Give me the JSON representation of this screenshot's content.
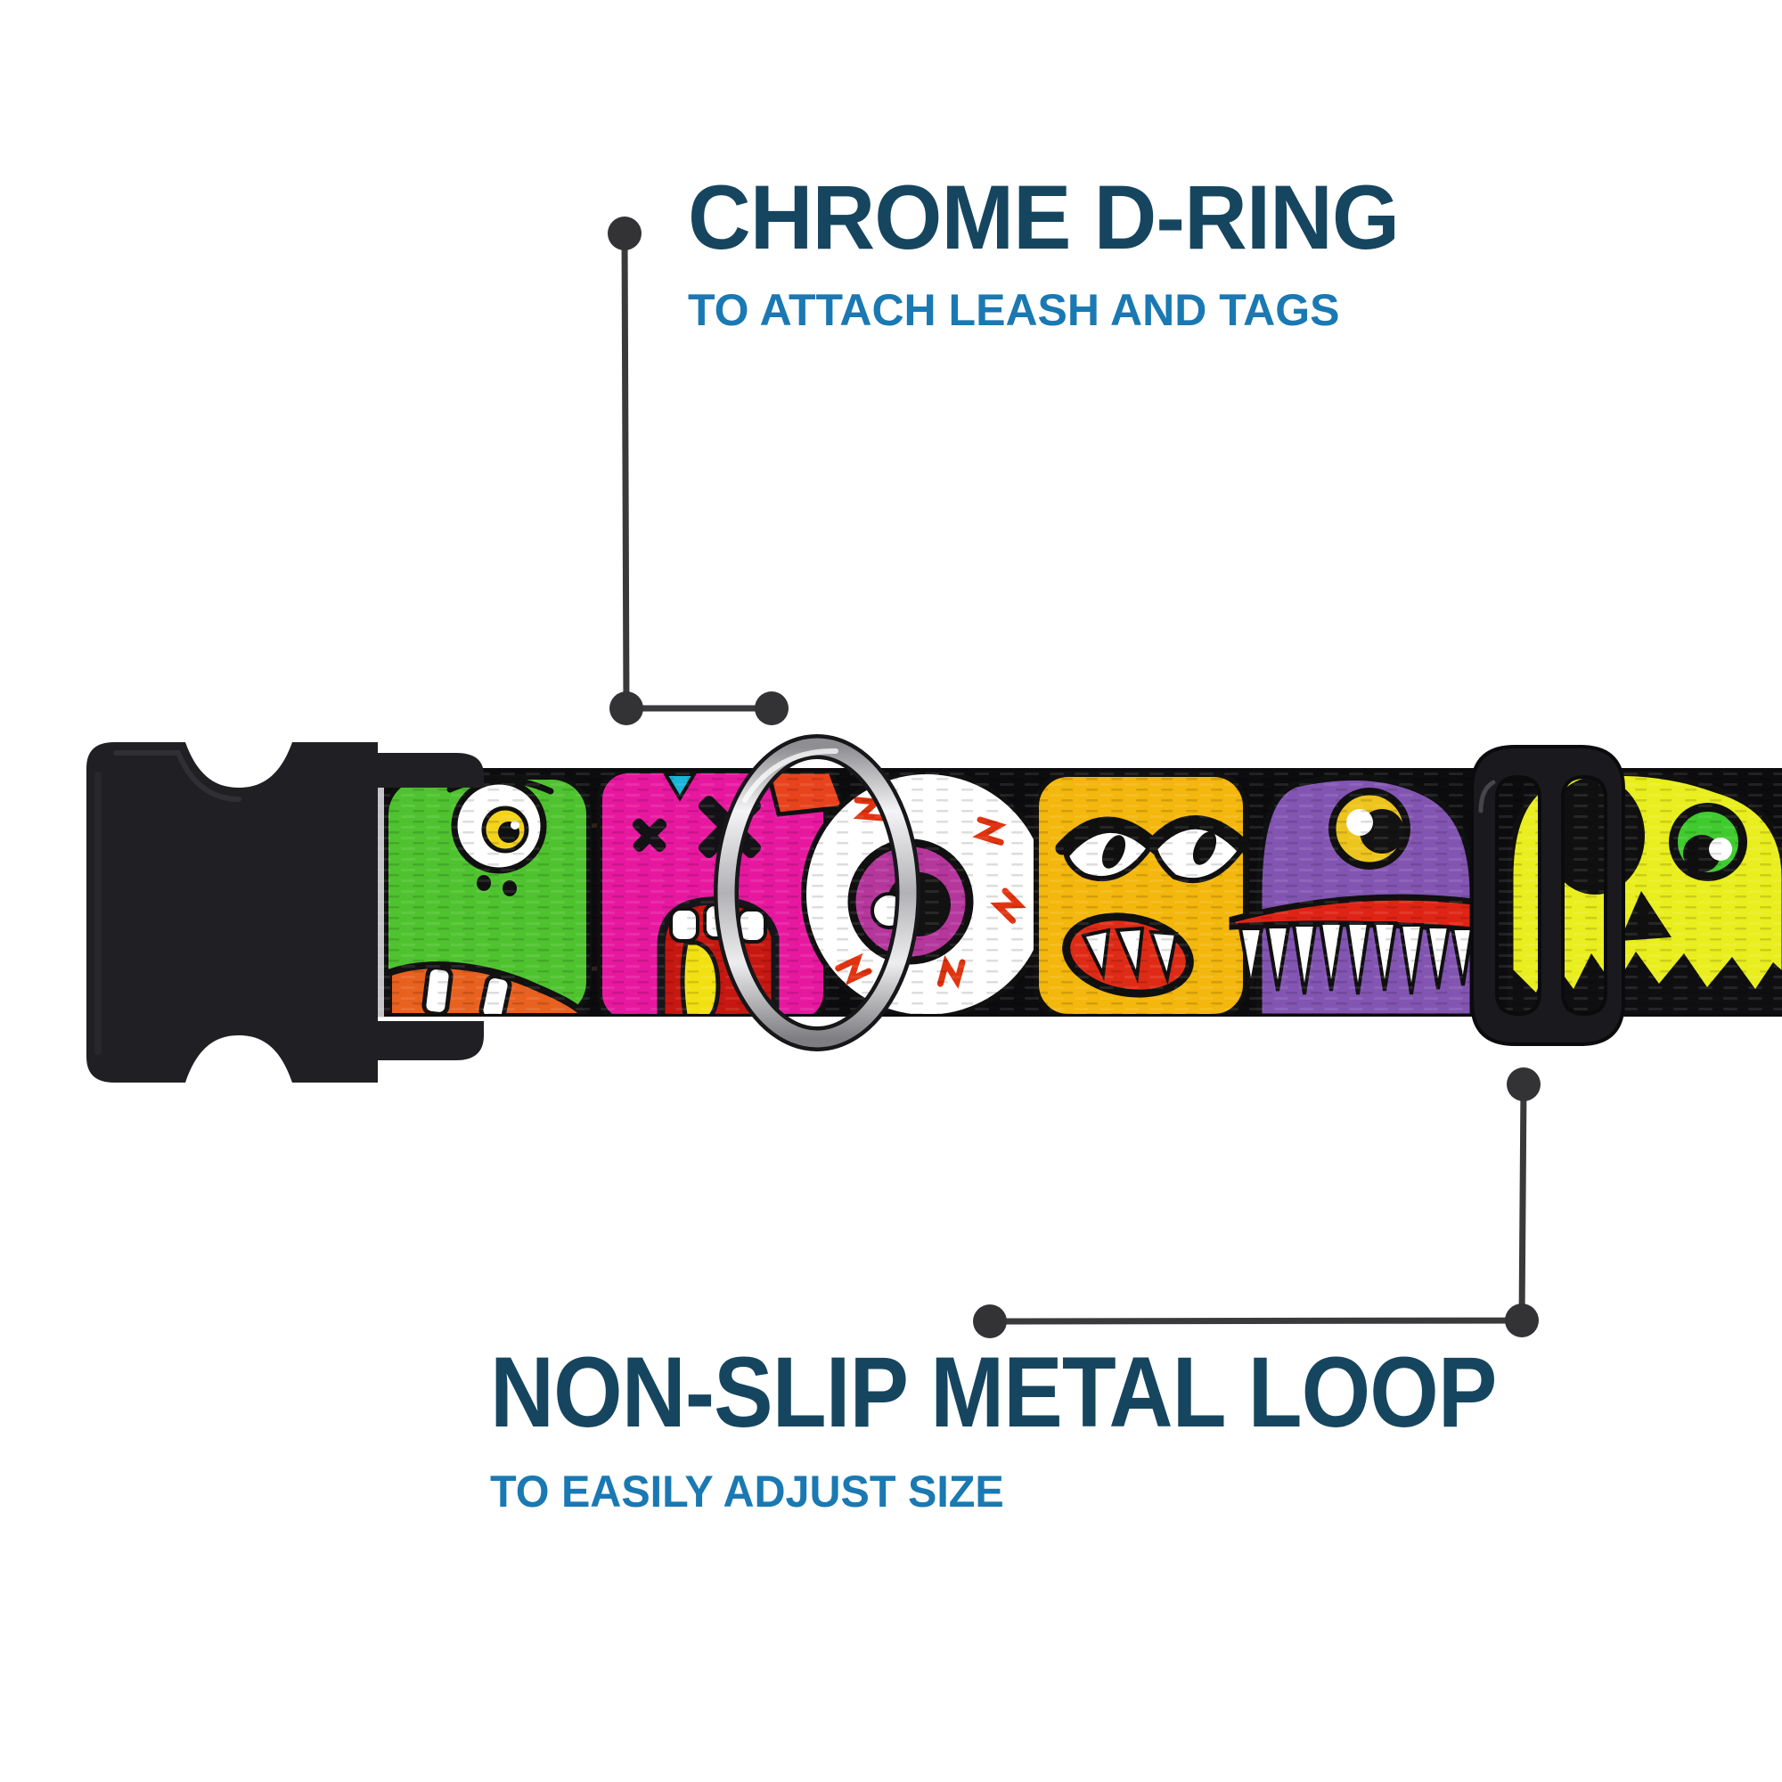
{
  "page": {
    "type": "product-infographic",
    "background": "#ffffff"
  },
  "callouts": [
    {
      "id": "chrome-d-ring",
      "title": "CHROME D-RING",
      "subtitle": "TO ATTACH LEASH AND TAGS",
      "target_part": "d-ring"
    },
    {
      "id": "non-slip-metal-loop",
      "title": "NON-SLIP METAL LOOP",
      "subtitle": "TO EASILY ADJUST SIZE",
      "target_part": "slider-loop"
    }
  ],
  "colors": {
    "title_text": "#16455f",
    "subtitle_text": "#1a79b2",
    "connector_line": "#3a3a3c",
    "connector_dot": "#333335",
    "webbing_black": "#0c0c0f",
    "plastic_black": "#202024",
    "chrome_silver": "#d9d9dd"
  },
  "collar": {
    "hardware": [
      {
        "name": "side-release-buckle",
        "material": "black plastic"
      },
      {
        "name": "chrome-d-ring",
        "material": "chrome metal"
      },
      {
        "name": "non-slip-metal-loop-slider",
        "material": "black metal"
      }
    ],
    "pattern_monsters": [
      {
        "name": "green-cyclops-monster",
        "color": "#4fc32f"
      },
      {
        "name": "pink-x-eye-monster",
        "color": "#e7189f"
      },
      {
        "name": "bloodshot-eyeball",
        "color": "#b5379c"
      },
      {
        "name": "yellow-angry-monster",
        "color": "#f3b70d"
      },
      {
        "name": "purple-toothy-monster",
        "color": "#8355b2"
      },
      {
        "name": "yellow-skull-monster",
        "color": "#e9ee1e"
      }
    ]
  }
}
